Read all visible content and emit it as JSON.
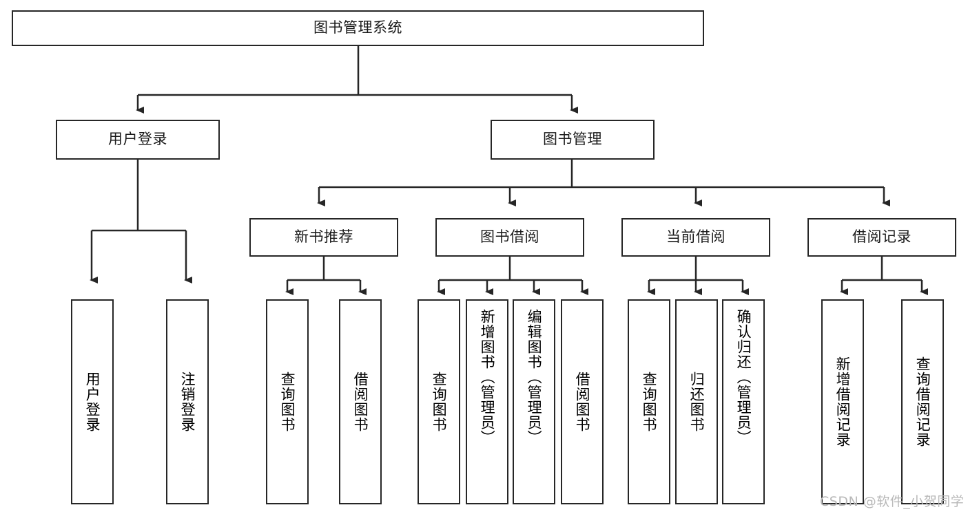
{
  "diagram": {
    "type": "tree-hierarchy",
    "title": "图书管理系统",
    "root": {
      "id": "root",
      "label": "图书管理系统"
    },
    "level2": [
      {
        "id": "user-login",
        "label": "用户登录"
      },
      {
        "id": "book-manage",
        "label": "图书管理"
      }
    ],
    "level3": [
      {
        "id": "new-book-rec",
        "label": "新书推荐",
        "parent": "book-manage"
      },
      {
        "id": "book-borrow",
        "label": "图书借阅",
        "parent": "book-manage"
      },
      {
        "id": "current-borrow",
        "label": "当前借阅",
        "parent": "book-manage"
      },
      {
        "id": "borrow-record",
        "label": "借阅记录",
        "parent": "book-manage"
      }
    ],
    "leaves": {
      "user-login": [
        {
          "id": "leaf-user-login",
          "label": "用户登录"
        },
        {
          "id": "leaf-user-logout",
          "label": "注销登录"
        }
      ],
      "new-book-rec": [
        {
          "id": "leaf-query-book-1",
          "label": "查询图书"
        },
        {
          "id": "leaf-borrow-book-1",
          "label": "借阅图书"
        }
      ],
      "book-borrow": [
        {
          "id": "leaf-query-book-2",
          "label": "查询图书"
        },
        {
          "id": "leaf-add-book",
          "label": "新增图书（管理员）"
        },
        {
          "id": "leaf-edit-book",
          "label": "编辑图书（管理员）"
        },
        {
          "id": "leaf-borrow-book-2",
          "label": "借阅图书"
        }
      ],
      "current-borrow": [
        {
          "id": "leaf-query-book-3",
          "label": "查询图书"
        },
        {
          "id": "leaf-return-book",
          "label": "归还图书"
        },
        {
          "id": "leaf-confirm-return",
          "label": "确认归还（管理员）"
        }
      ],
      "borrow-record": [
        {
          "id": "leaf-add-record",
          "label": "新增借阅记录"
        },
        {
          "id": "leaf-query-record",
          "label": "查询借阅记录"
        }
      ]
    },
    "colors": {
      "stroke": "#262626",
      "fill": "#ffffff",
      "text": "#1a1a1a",
      "watermark": "#b8b8b8"
    }
  },
  "watermark": {
    "text": "CSDN @软件_小贺同学"
  }
}
